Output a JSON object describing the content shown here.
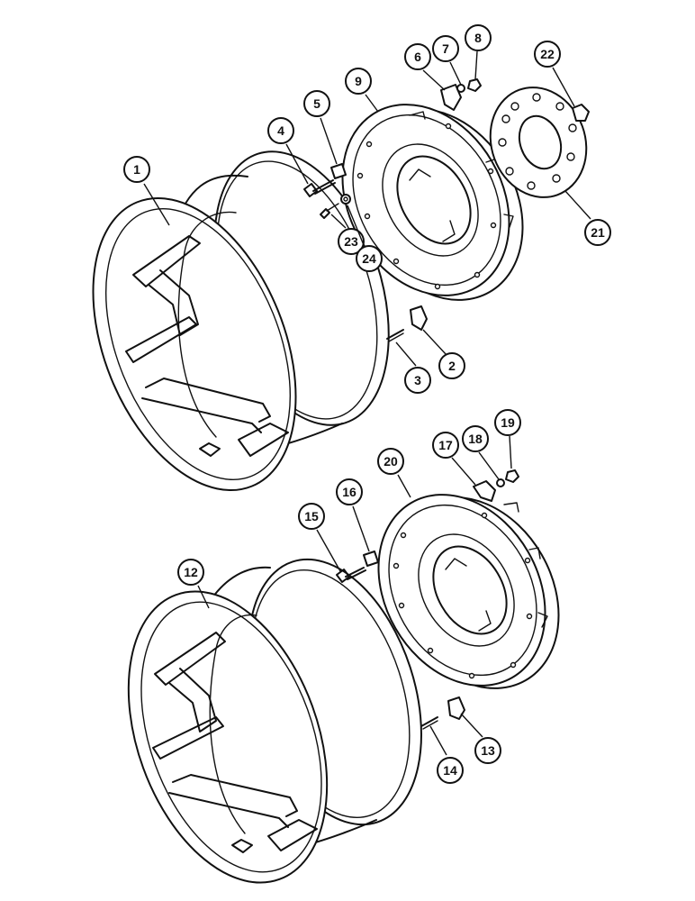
{
  "diagram": {
    "title": "",
    "callouts": [
      {
        "id": "c1",
        "label": "1"
      },
      {
        "id": "c2",
        "label": "2"
      },
      {
        "id": "c3",
        "label": "3"
      },
      {
        "id": "c4",
        "label": "4"
      },
      {
        "id": "c5",
        "label": "5"
      },
      {
        "id": "c6",
        "label": "6"
      },
      {
        "id": "c7",
        "label": "7"
      },
      {
        "id": "c8",
        "label": "8"
      },
      {
        "id": "c9",
        "label": "9"
      },
      {
        "id": "c12",
        "label": "12"
      },
      {
        "id": "c13",
        "label": "13"
      },
      {
        "id": "c14",
        "label": "14"
      },
      {
        "id": "c15",
        "label": "15"
      },
      {
        "id": "c16",
        "label": "16"
      },
      {
        "id": "c17",
        "label": "17"
      },
      {
        "id": "c18",
        "label": "18"
      },
      {
        "id": "c19",
        "label": "19"
      },
      {
        "id": "c20",
        "label": "20"
      },
      {
        "id": "c21",
        "label": "21"
      },
      {
        "id": "c22",
        "label": "22"
      },
      {
        "id": "c23",
        "label": "23"
      },
      {
        "id": "c24",
        "label": "24"
      }
    ]
  }
}
